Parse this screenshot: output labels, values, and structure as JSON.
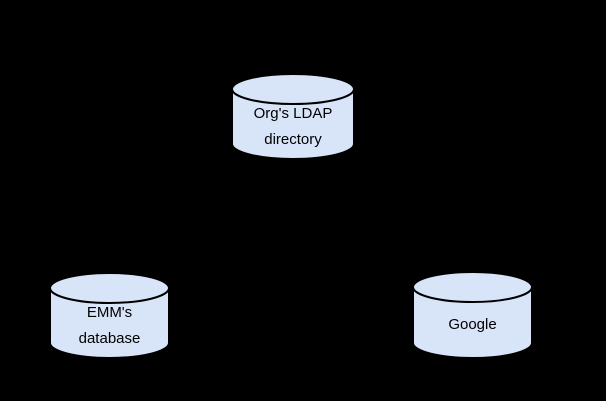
{
  "canvas": {
    "background_color": "#000000"
  },
  "diagram": {
    "type": "database-topology",
    "colors": {
      "cylinder_fill": "#d8e4f8",
      "cylinder_stroke": "#000000",
      "label_text": "#000000",
      "background": "#000000"
    },
    "nodes": [
      {
        "id": "orgs-ldap-directory",
        "shape": "database-cylinder",
        "label_lines": [
          "Org's LDAP",
          "directory"
        ],
        "position": "top-center"
      },
      {
        "id": "emms-database",
        "shape": "database-cylinder",
        "label_lines": [
          "EMM's",
          "database"
        ],
        "position": "bottom-left"
      },
      {
        "id": "google",
        "shape": "database-cylinder",
        "label_lines": [
          "Google"
        ],
        "position": "bottom-right"
      }
    ],
    "edges": []
  }
}
